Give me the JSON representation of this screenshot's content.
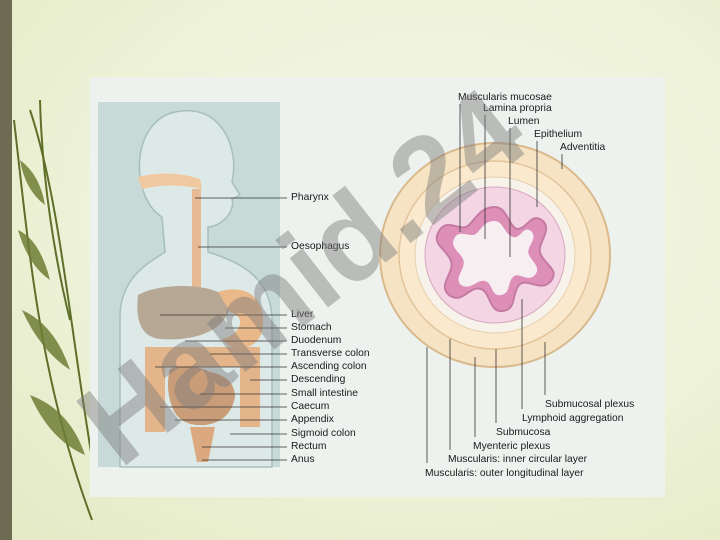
{
  "left_labels": [
    "Pharynx",
    "Oesophagus",
    "Liver",
    "Stomach",
    "Duodenum",
    "Transverse colon",
    "Ascending colon",
    "Descending",
    "Small intestine",
    "Caecum",
    "Appendix",
    "Sigmoid colon",
    "Rectum",
    "Anus"
  ],
  "top_labels": [
    "Muscularis mucosae",
    "Lamina propria",
    "Lumen",
    "Epithelium",
    "Adventitia"
  ],
  "bottom_labels": [
    "Submucosal plexus",
    "Lymphoid aggregation",
    "Submucosa",
    "Myenteric plexus",
    "Muscularis: inner circular layer",
    "Muscularis: outer longitudinal layer"
  ],
  "watermark_text": "Hamid.24",
  "colors": {
    "accent_bar": "#6f6a52",
    "leaf": "#5f6f2a",
    "watermark_purple": "#9c8fe0",
    "watermark_grey": "#777777"
  }
}
